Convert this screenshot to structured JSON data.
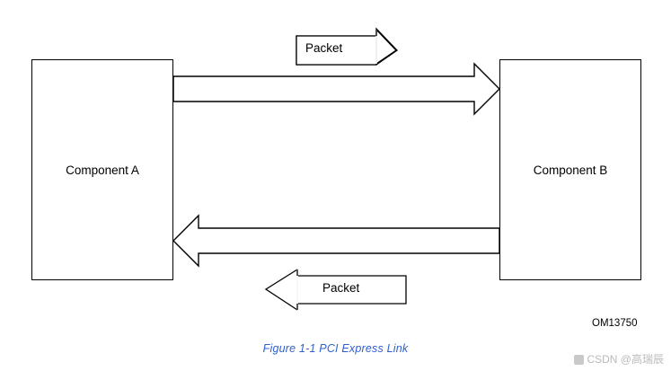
{
  "figure": {
    "components": [
      {
        "label": "Component A"
      },
      {
        "label": "Component B"
      }
    ],
    "packet_labels": [
      {
        "text": "Packet",
        "direction": "right"
      },
      {
        "text": "Packet",
        "direction": "left"
      }
    ],
    "arrows": [
      {
        "name": "lane-arrow-right",
        "direction": "right"
      },
      {
        "name": "lane-arrow-left",
        "direction": "left"
      }
    ],
    "caption": "Figure  1-1  PCI Express Link",
    "caption_color": "#2f5fd0",
    "drawing_code": "OM13750",
    "watermark": "CSDN @高瑞辰",
    "line_color": "#000000",
    "background": "#ffffff"
  }
}
